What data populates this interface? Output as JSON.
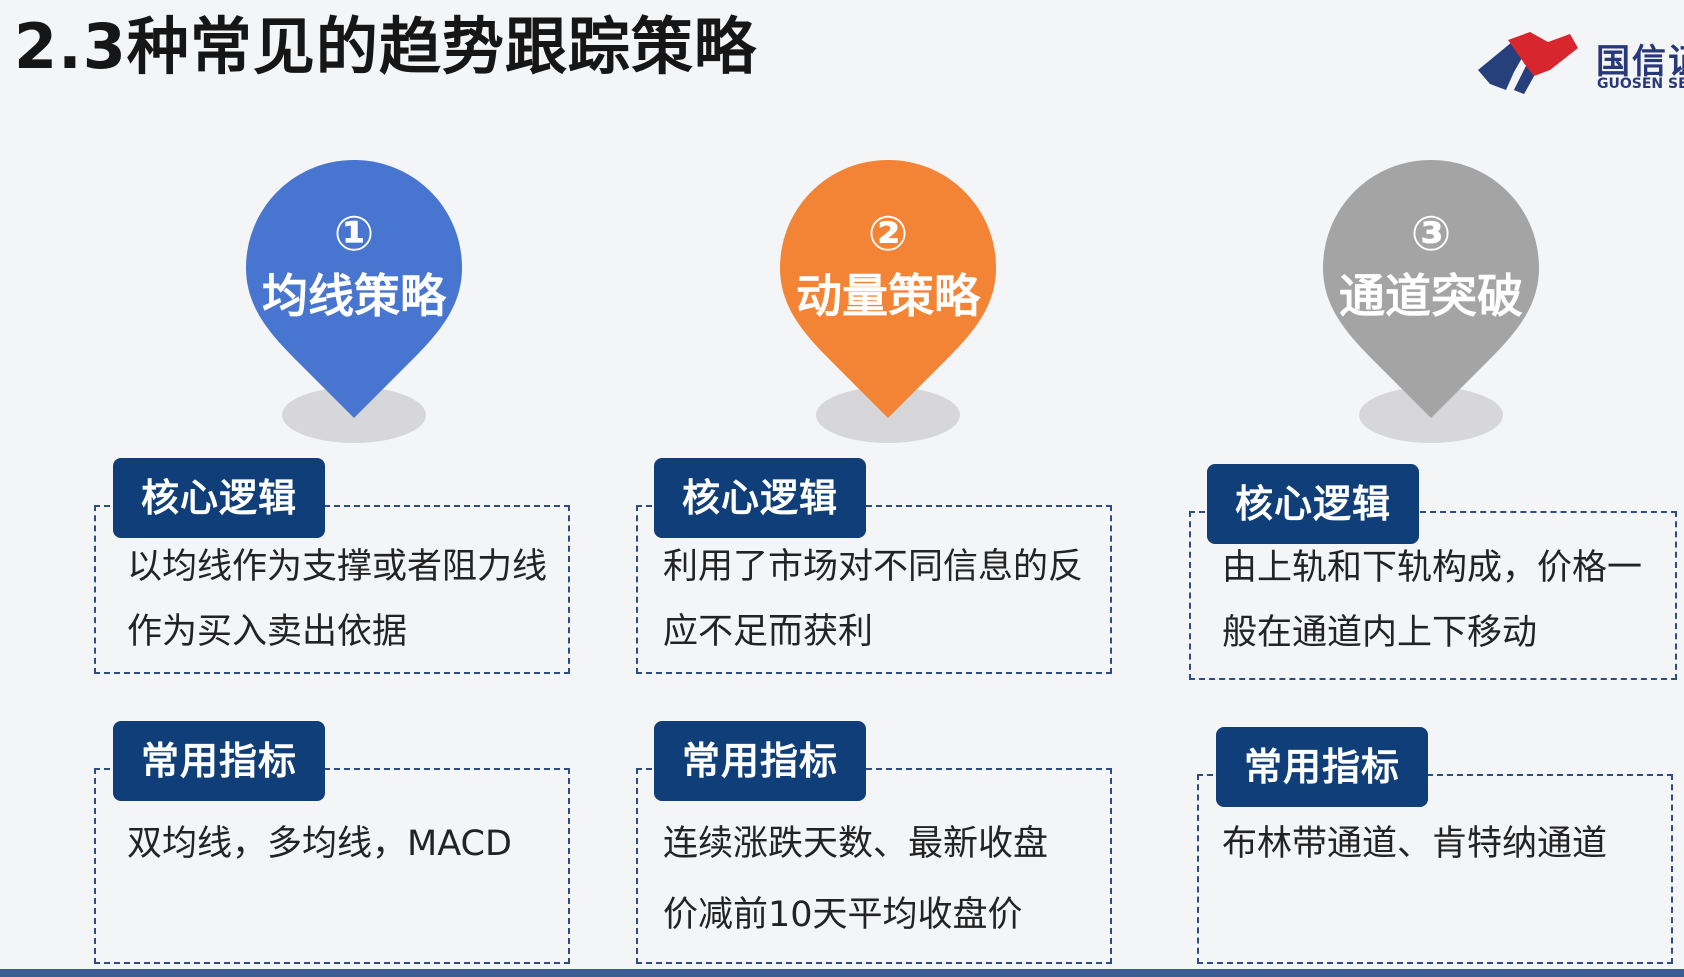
{
  "page": {
    "title": "2.3种常见的趋势跟踪策略"
  },
  "logo": {
    "name_cn": "国信证",
    "name_en": "GUOSEN SEC",
    "colors": {
      "red": "#d8262f",
      "blue": "#26407c"
    }
  },
  "strategies": [
    {
      "number": "①",
      "name": "均线策略",
      "color": "#4775d0",
      "core_logic_label": "核心逻辑",
      "core_logic_lines": [
        "以均线作为支撑或者阻力线",
        "作为买入卖出依据"
      ],
      "indicator_label": "常用指标",
      "indicator_lines": [
        "双均线，多均线，MACD"
      ]
    },
    {
      "number": "②",
      "name": "动量策略",
      "color": "#f38335",
      "core_logic_label": "核心逻辑",
      "core_logic_lines": [
        "利用了市场对不同信息的反",
        "应不足而获利"
      ],
      "indicator_label": "常用指标",
      "indicator_lines": [
        "连续涨跌天数、最新收盘",
        "价减前10天平均收盘价"
      ]
    },
    {
      "number": "③",
      "name": "通道突破",
      "color": "#a4a4a4",
      "core_logic_label": "核心逻辑",
      "core_logic_lines": [
        "由上轨和下轨构成，价格一",
        "般在通道内上下移动"
      ],
      "indicator_label": "常用指标",
      "indicator_lines": [
        "布林带通道、肯特纳通道"
      ]
    }
  ],
  "theme": {
    "tag_bg": "#0f3e78",
    "border": "#2d4d84"
  }
}
